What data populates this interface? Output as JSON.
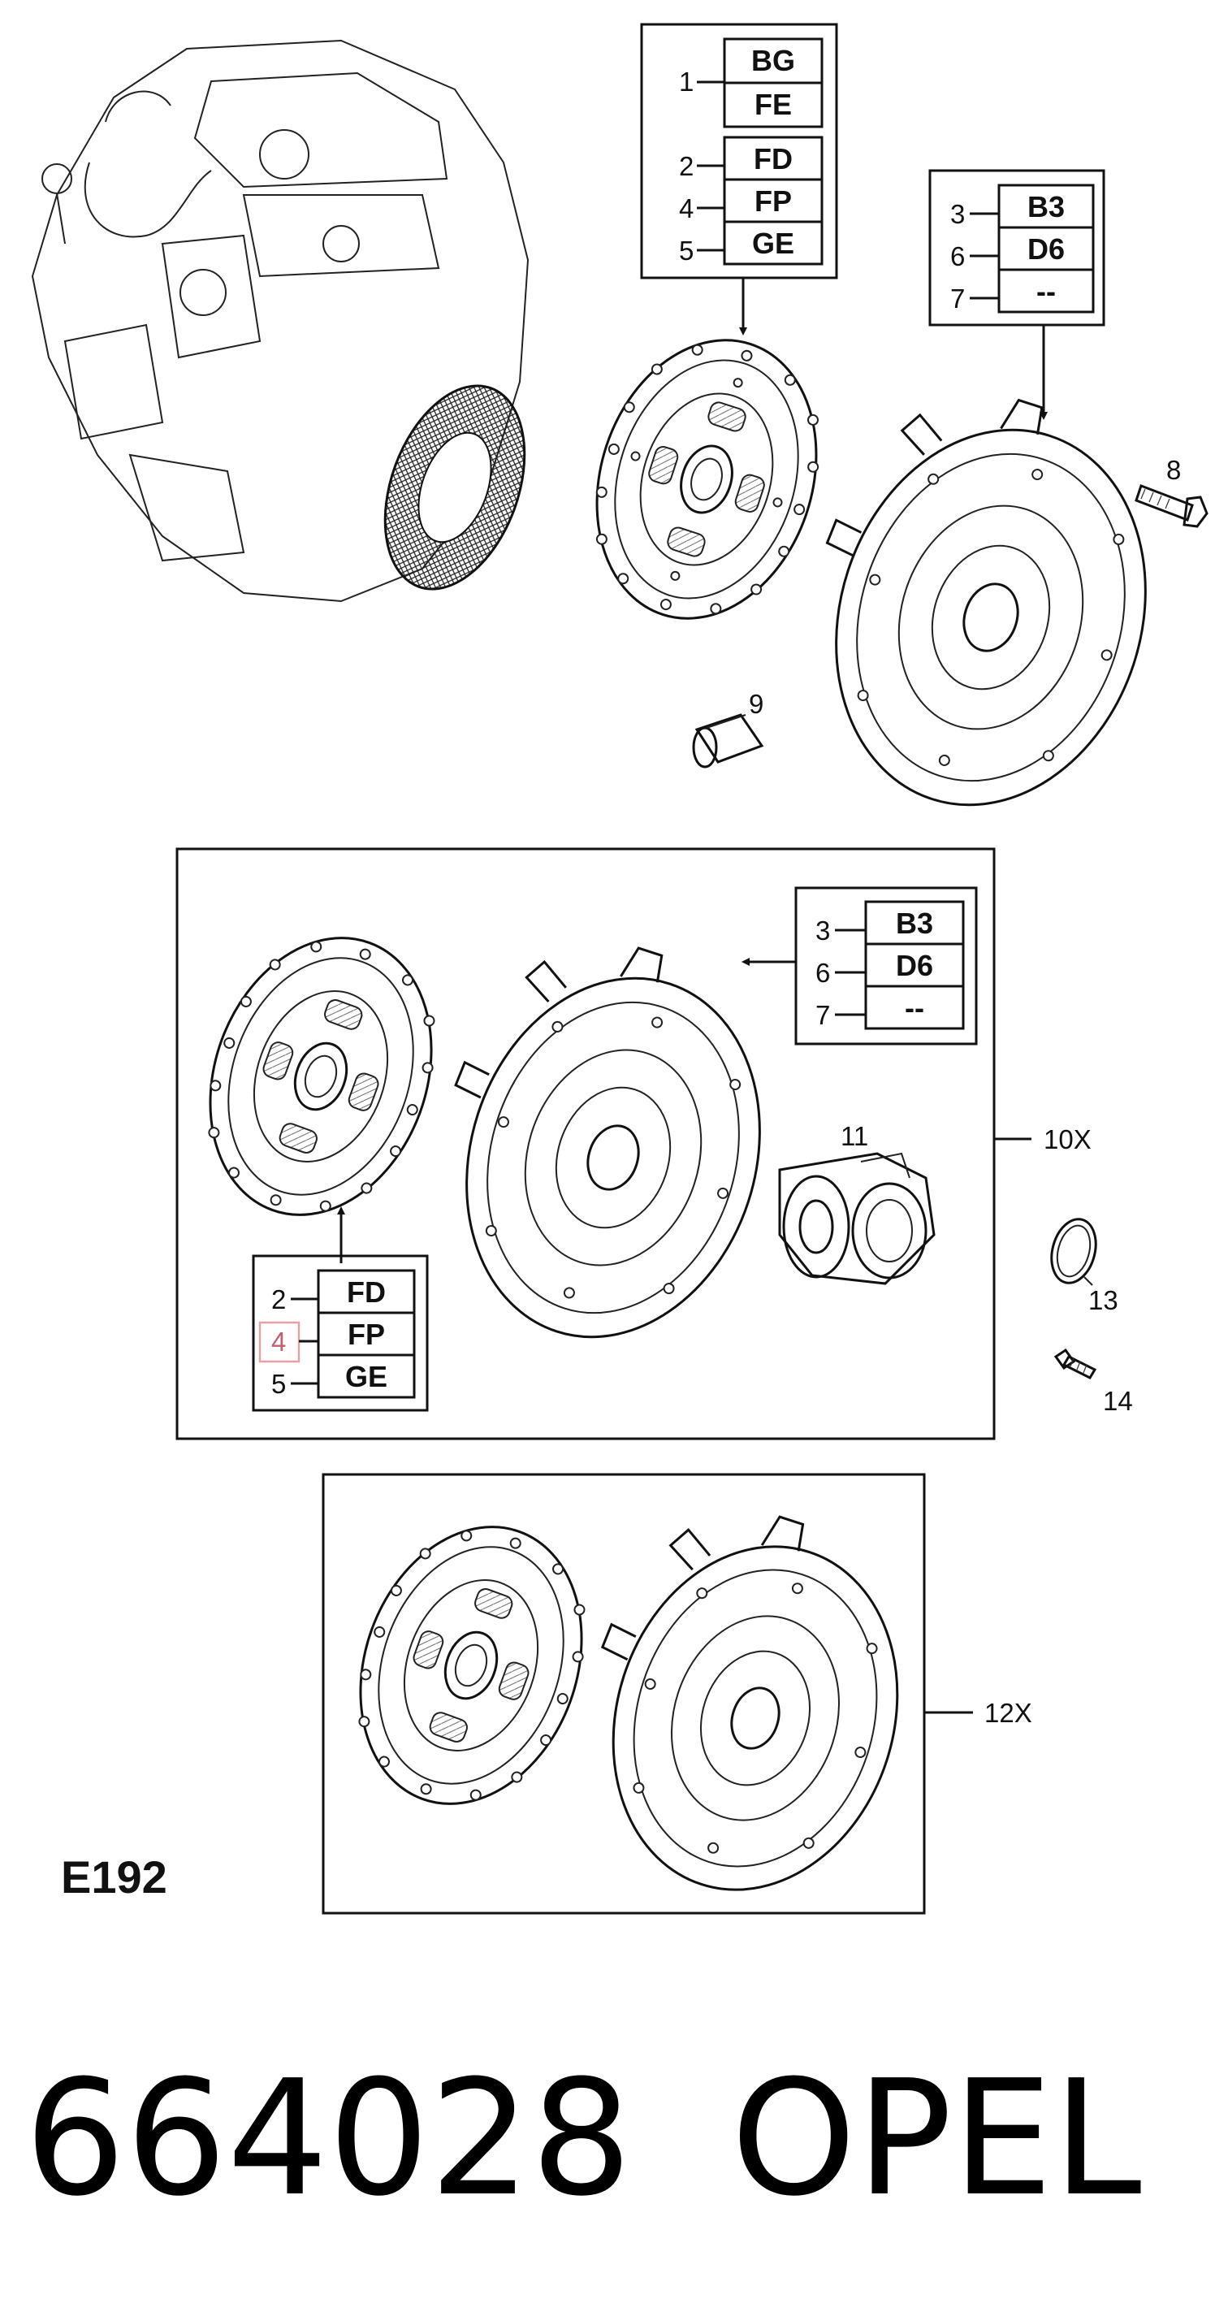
{
  "section_code": "E192",
  "part_number": "664028",
  "brand": "OPEL",
  "accent_color": "#e8a0a8",
  "code_boxes": {
    "top_disc": [
      {
        "ref": "1",
        "codes": [
          "BG",
          "FE"
        ]
      },
      {
        "ref": "2",
        "code": "FD"
      },
      {
        "ref": "4",
        "code": "FP"
      },
      {
        "ref": "5",
        "code": "GE"
      }
    ],
    "top_pressure_plate": [
      {
        "ref": "3",
        "code": "B3"
      },
      {
        "ref": "6",
        "code": "D6"
      },
      {
        "ref": "7",
        "code": "--"
      }
    ],
    "kit_pressure_plate": [
      {
        "ref": "3",
        "code": "B3"
      },
      {
        "ref": "6",
        "code": "D6"
      },
      {
        "ref": "7",
        "code": "--"
      }
    ],
    "kit_disc": [
      {
        "ref": "2",
        "code": "FD"
      },
      {
        "ref": "4",
        "code": "FP"
      },
      {
        "ref": "5",
        "code": "GE"
      }
    ]
  },
  "callouts": {
    "bolt": "8",
    "bushing": "9",
    "kit_10": "10X",
    "release_bearing": "11",
    "kit_12": "12X",
    "seal_ring": "13",
    "screw": "14"
  }
}
